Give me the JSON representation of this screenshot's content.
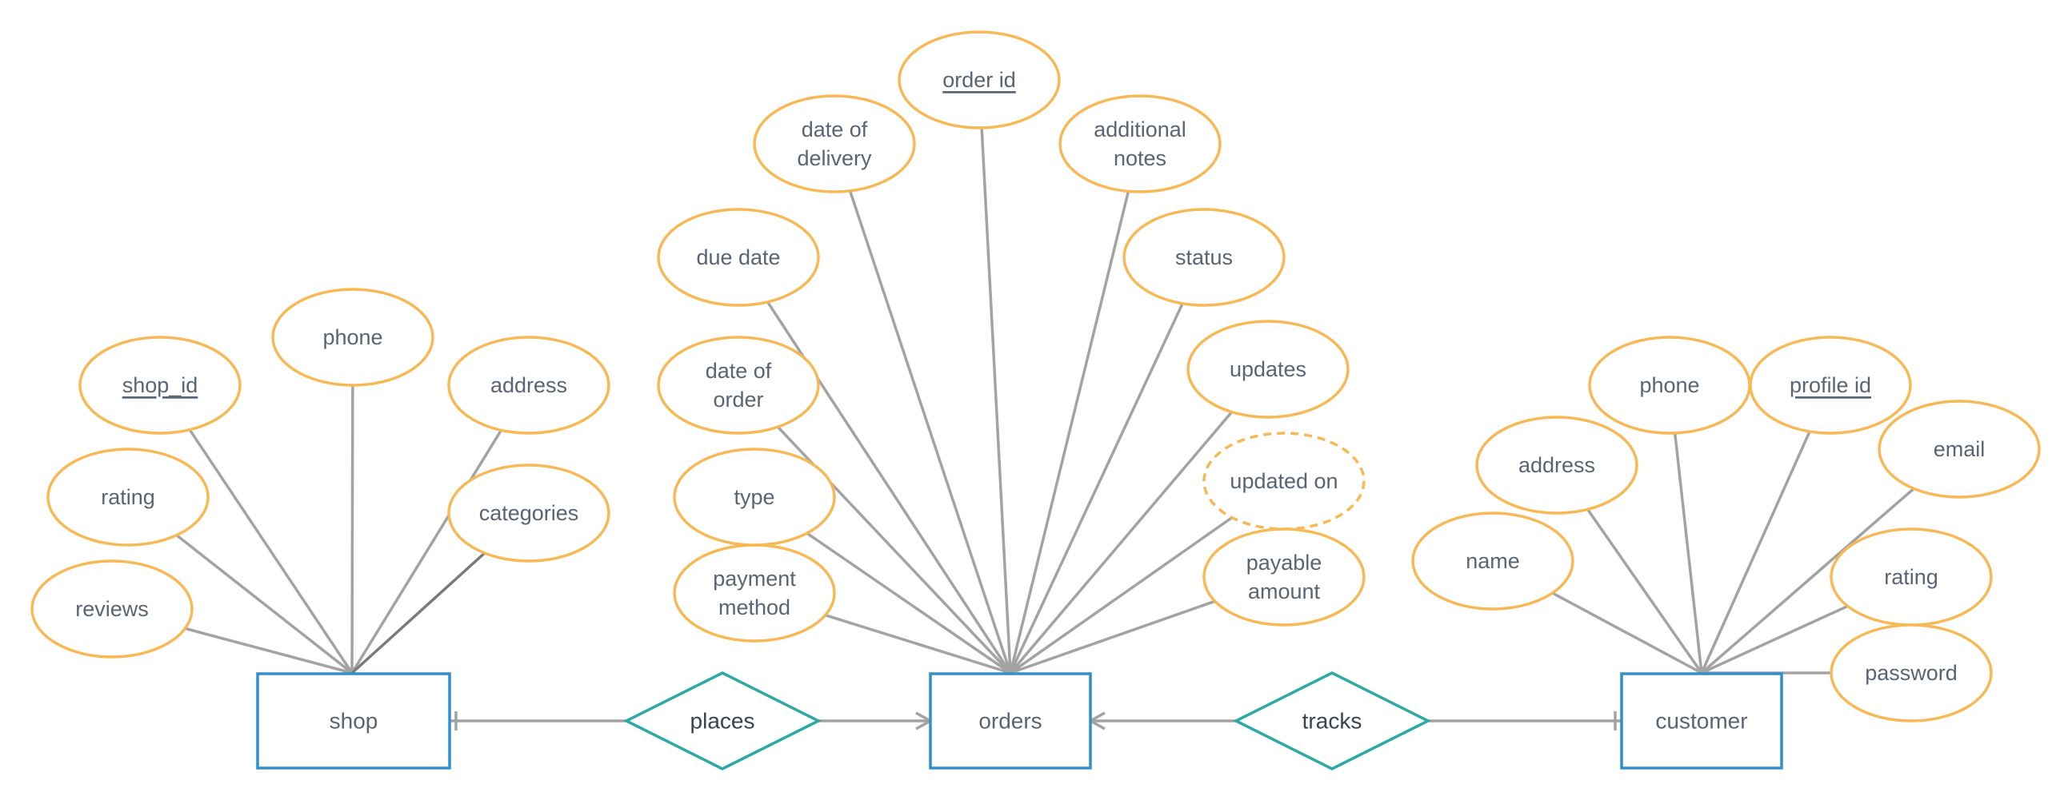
{
  "colors": {
    "attribute_outline": "#f7b955",
    "entity_outline": "#2f8fcf",
    "relationship_outline": "#2eaaa4",
    "connector": "#a3a3a3",
    "text": "#5a6472"
  },
  "entities": [
    {
      "id": "shop",
      "label": "shop"
    },
    {
      "id": "orders",
      "label": "orders"
    },
    {
      "id": "customer",
      "label": "customer"
    }
  ],
  "relationships": [
    {
      "id": "places",
      "label": "places",
      "connects": [
        "shop",
        "orders"
      ],
      "cardinality": [
        "one",
        "many"
      ]
    },
    {
      "id": "tracks",
      "label": "tracks",
      "connects": [
        "orders",
        "customer"
      ],
      "cardinality": [
        "many",
        "one"
      ]
    }
  ],
  "attributes": [
    {
      "id": "shop-reviews",
      "entity": "shop",
      "label": "reviews"
    },
    {
      "id": "shop-rating",
      "entity": "shop",
      "label": "rating"
    },
    {
      "id": "shop-shop-id",
      "entity": "shop",
      "label": "shop_id",
      "key": true
    },
    {
      "id": "shop-phone",
      "entity": "shop",
      "label": "phone"
    },
    {
      "id": "shop-address",
      "entity": "shop",
      "label": "address"
    },
    {
      "id": "shop-categories",
      "entity": "shop",
      "label": "categories"
    },
    {
      "id": "orders-payment-method",
      "entity": "orders",
      "label": "payment method"
    },
    {
      "id": "orders-type",
      "entity": "orders",
      "label": "type"
    },
    {
      "id": "orders-date-of-order",
      "entity": "orders",
      "label": "date of order"
    },
    {
      "id": "orders-due-date",
      "entity": "orders",
      "label": "due date"
    },
    {
      "id": "orders-date-of-delivery",
      "entity": "orders",
      "label": "date of delivery"
    },
    {
      "id": "orders-order-id",
      "entity": "orders",
      "label": "order id",
      "key": true
    },
    {
      "id": "orders-additional-notes",
      "entity": "orders",
      "label": "additional notes"
    },
    {
      "id": "orders-status",
      "entity": "orders",
      "label": "status"
    },
    {
      "id": "orders-updates",
      "entity": "orders",
      "label": "updates"
    },
    {
      "id": "orders-updated-on",
      "entity": "orders",
      "label": "updated on",
      "derived": true
    },
    {
      "id": "orders-payable-amount",
      "entity": "orders",
      "label": "payable amount"
    },
    {
      "id": "customer-name",
      "entity": "customer",
      "label": "name"
    },
    {
      "id": "customer-address",
      "entity": "customer",
      "label": "address"
    },
    {
      "id": "customer-phone",
      "entity": "customer",
      "label": "phone"
    },
    {
      "id": "customer-profile-id",
      "entity": "customer",
      "label": "profile id",
      "key": true
    },
    {
      "id": "customer-email",
      "entity": "customer",
      "label": "email"
    },
    {
      "id": "customer-rating",
      "entity": "customer",
      "label": "rating"
    },
    {
      "id": "customer-password",
      "entity": "customer",
      "label": "password"
    }
  ]
}
